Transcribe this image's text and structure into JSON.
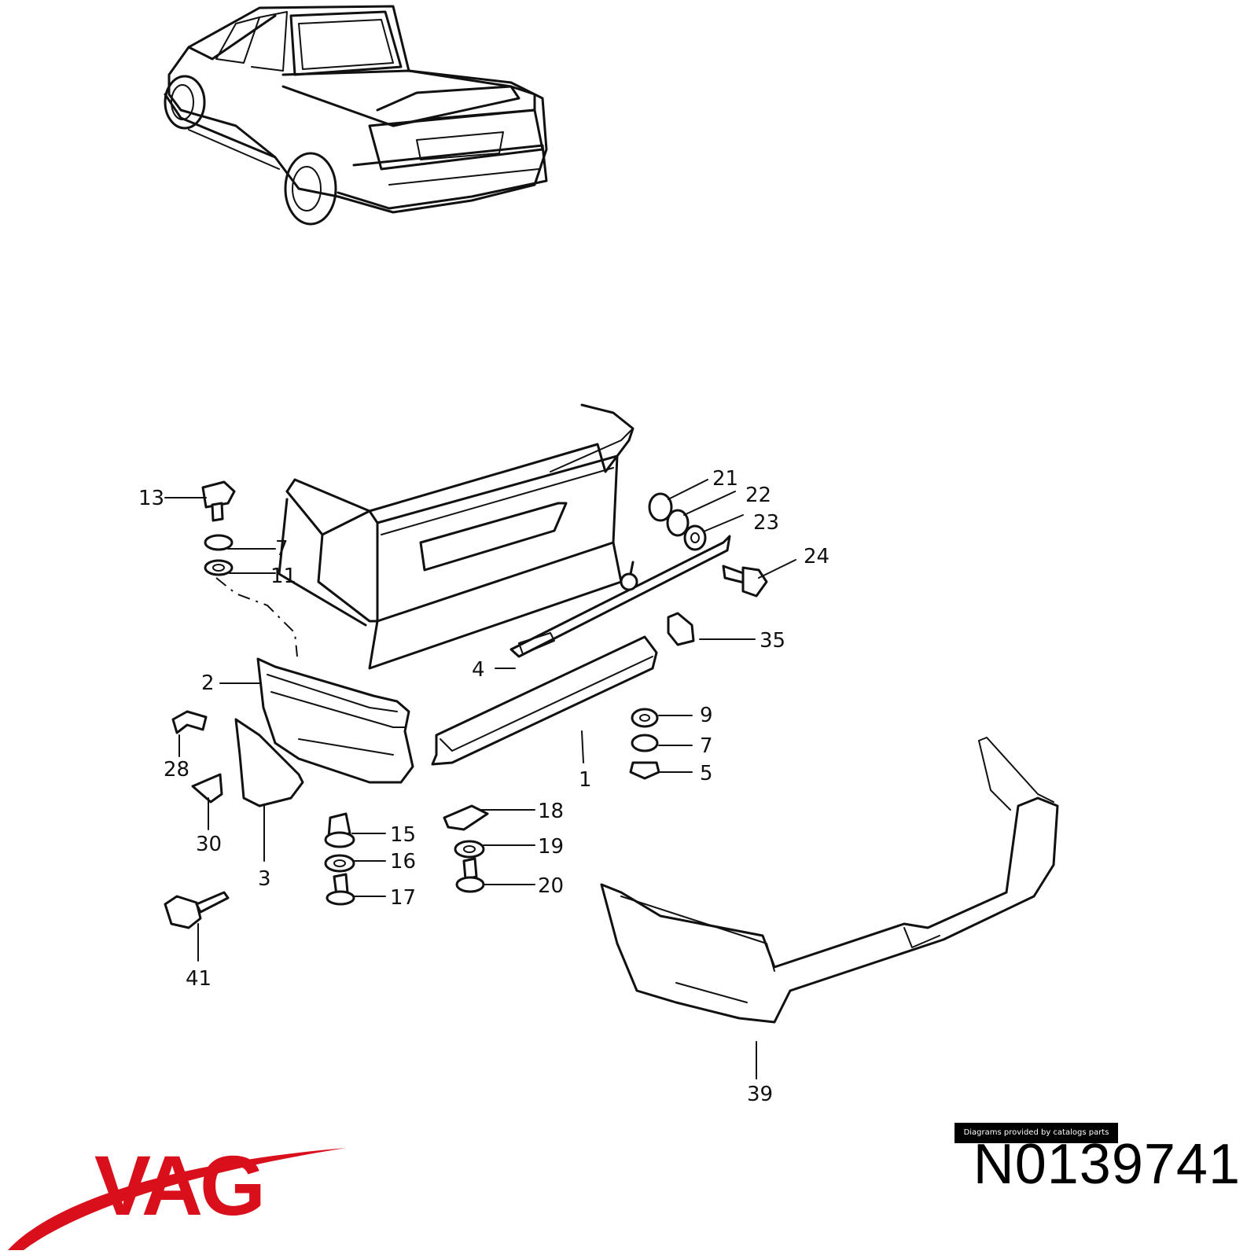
{
  "brand": {
    "name": "VAG",
    "color": "#d9101c"
  },
  "credit": "Diagrams provided by catalogs parts",
  "part_number": "N0139741",
  "callouts": {
    "c1": "1",
    "c2": "2",
    "c3": "3",
    "c4": "4",
    "c5": "5",
    "c7a": "7",
    "c7b": "7",
    "c9": "9",
    "c11": "11",
    "c13": "13",
    "c15": "15",
    "c16": "16",
    "c17": "17",
    "c18": "18",
    "c19": "19",
    "c20": "20",
    "c21": "21",
    "c22": "22",
    "c23": "23",
    "c24": "24",
    "c28": "28",
    "c30": "30",
    "c35": "35",
    "c39": "39",
    "c41": "41"
  }
}
